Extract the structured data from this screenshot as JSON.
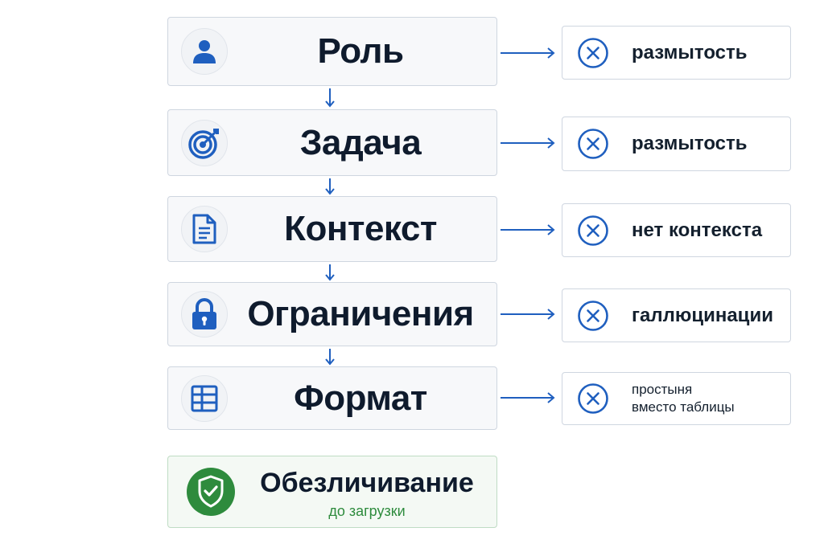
{
  "colors": {
    "accent": "#1f5fbf",
    "text": "#0f1b2d",
    "success": "#2e8b3d"
  },
  "steps": [
    {
      "label": "Роль",
      "icon": "user-icon",
      "problem": "размытость"
    },
    {
      "label": "Задача",
      "icon": "target-icon",
      "problem": "размытость"
    },
    {
      "label": "Контекст",
      "icon": "document-icon",
      "problem": "нет контекста"
    },
    {
      "label": "Ограничения",
      "icon": "lock-icon",
      "problem": "галлюцинации"
    },
    {
      "label": "Формат",
      "icon": "table-icon",
      "problem_line1": "простыня",
      "problem_line2": "вместо таблицы"
    }
  ],
  "final": {
    "title": "Обезличивание",
    "subtitle": "до загрузки",
    "icon": "shield-check-icon"
  }
}
